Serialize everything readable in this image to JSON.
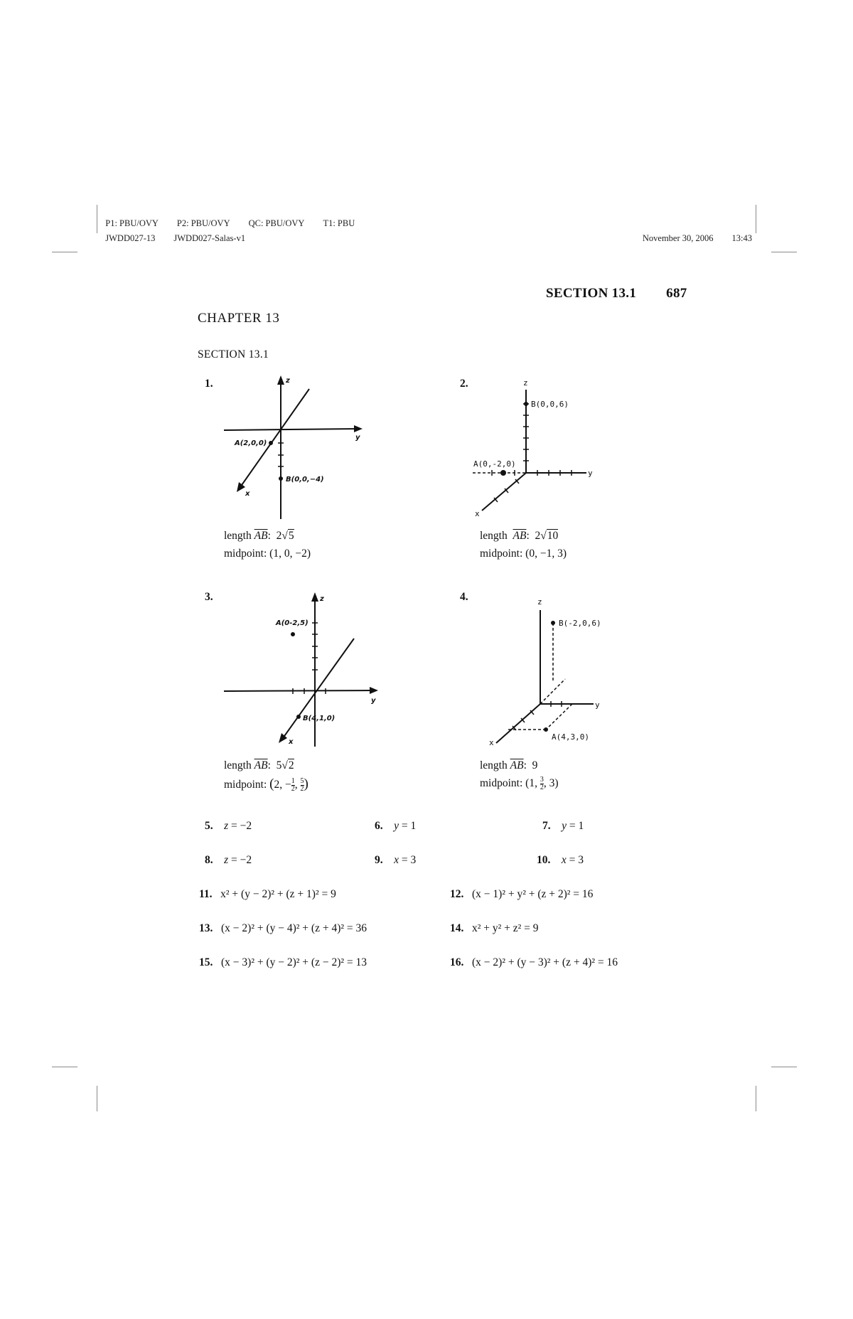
{
  "print_meta": {
    "row1": [
      "P1: PBU/OVY",
      "P2: PBU/OVY",
      "QC: PBU/OVY",
      "T1: PBU"
    ],
    "row2": [
      "JWDD027-13",
      "JWDD027-Salas-v1"
    ],
    "date": "November 30, 2006",
    "time": "13:43"
  },
  "running_head": {
    "section": "SECTION 13.1",
    "page_number": "687"
  },
  "chapter_title": "CHAPTER 13",
  "section_title": "SECTION 13.1",
  "figures": [
    {
      "number": "1.",
      "axes": {
        "x": "x",
        "y": "y",
        "z": "z"
      },
      "points": [
        {
          "label": "A(2,0,0)"
        },
        {
          "label": "B(0,0,−4)"
        }
      ],
      "length_label": "length",
      "segment": "AB",
      "length_value": "2√5",
      "length_coef": "2",
      "length_rad": "5",
      "midpoint_label": "midpoint:",
      "midpoint_value": "(1, 0, −2)"
    },
    {
      "number": "2.",
      "axes": {
        "x": "x",
        "y": "y",
        "z": "z"
      },
      "points": [
        {
          "label": "A(0,-2,0)"
        },
        {
          "label": "B(0,0,6)"
        }
      ],
      "length_label": "length",
      "segment": "AB",
      "length_value": "2√10",
      "length_coef": "2",
      "length_rad": "10",
      "midpoint_label": "midpoint:",
      "midpoint_value": "(0, −1, 3)"
    },
    {
      "number": "3.",
      "axes": {
        "x": "x",
        "y": "y",
        "z": "z"
      },
      "points": [
        {
          "label": "A(0-2,5)"
        },
        {
          "label": "B(4,1,0)"
        }
      ],
      "length_label": "length",
      "segment": "AB",
      "length_value": "5√2",
      "length_coef": "5",
      "length_rad": "2",
      "midpoint_label": "midpoint:",
      "midpoint_value": "(2, −1/2, 5/2)",
      "midpoint_parts": {
        "a": "2,",
        "sign": "−",
        "f1n": "1",
        "f1d": "2",
        "f2n": "5",
        "f2d": "2"
      }
    },
    {
      "number": "4.",
      "axes": {
        "x": "x",
        "y": "y",
        "z": "z"
      },
      "points": [
        {
          "label": "B(-2,0,6)"
        },
        {
          "label": "A(4,3,0)"
        }
      ],
      "length_label": "length",
      "segment": "AB",
      "length_value": "9",
      "midpoint_label": "midpoint:",
      "midpoint_value": "(1, 3/2, 3)",
      "midpoint_parts": {
        "a": "(1,",
        "fn": "3",
        "fd": "2",
        "c": ", 3)"
      }
    }
  ],
  "answers_short": [
    {
      "number": "5.",
      "lhs": "z",
      "rhs": "−2"
    },
    {
      "number": "6.",
      "lhs": "y",
      "rhs": "1"
    },
    {
      "number": "7.",
      "lhs": "y",
      "rhs": "1"
    },
    {
      "number": "8.",
      "lhs": "z",
      "rhs": "−2"
    },
    {
      "number": "9.",
      "lhs": "x",
      "rhs": "3"
    },
    {
      "number": "10.",
      "lhs": "x",
      "rhs": "3"
    }
  ],
  "answers_spheres": [
    {
      "number": "11.",
      "equation": "x² + (y − 2)² + (z + 1)² = 9"
    },
    {
      "number": "12.",
      "equation": "(x − 1)² + y² + (z + 2)² = 16"
    },
    {
      "number": "13.",
      "equation": "(x − 2)² + (y − 4)² + (z + 4)² = 36"
    },
    {
      "number": "14.",
      "equation": "x² + y² + z² = 9"
    },
    {
      "number": "15.",
      "equation": "(x − 3)² + (y − 2)² + (z − 2)² = 13"
    },
    {
      "number": "16.",
      "equation": "(x − 2)² + (y − 3)² + (z + 4)² = 16"
    }
  ]
}
